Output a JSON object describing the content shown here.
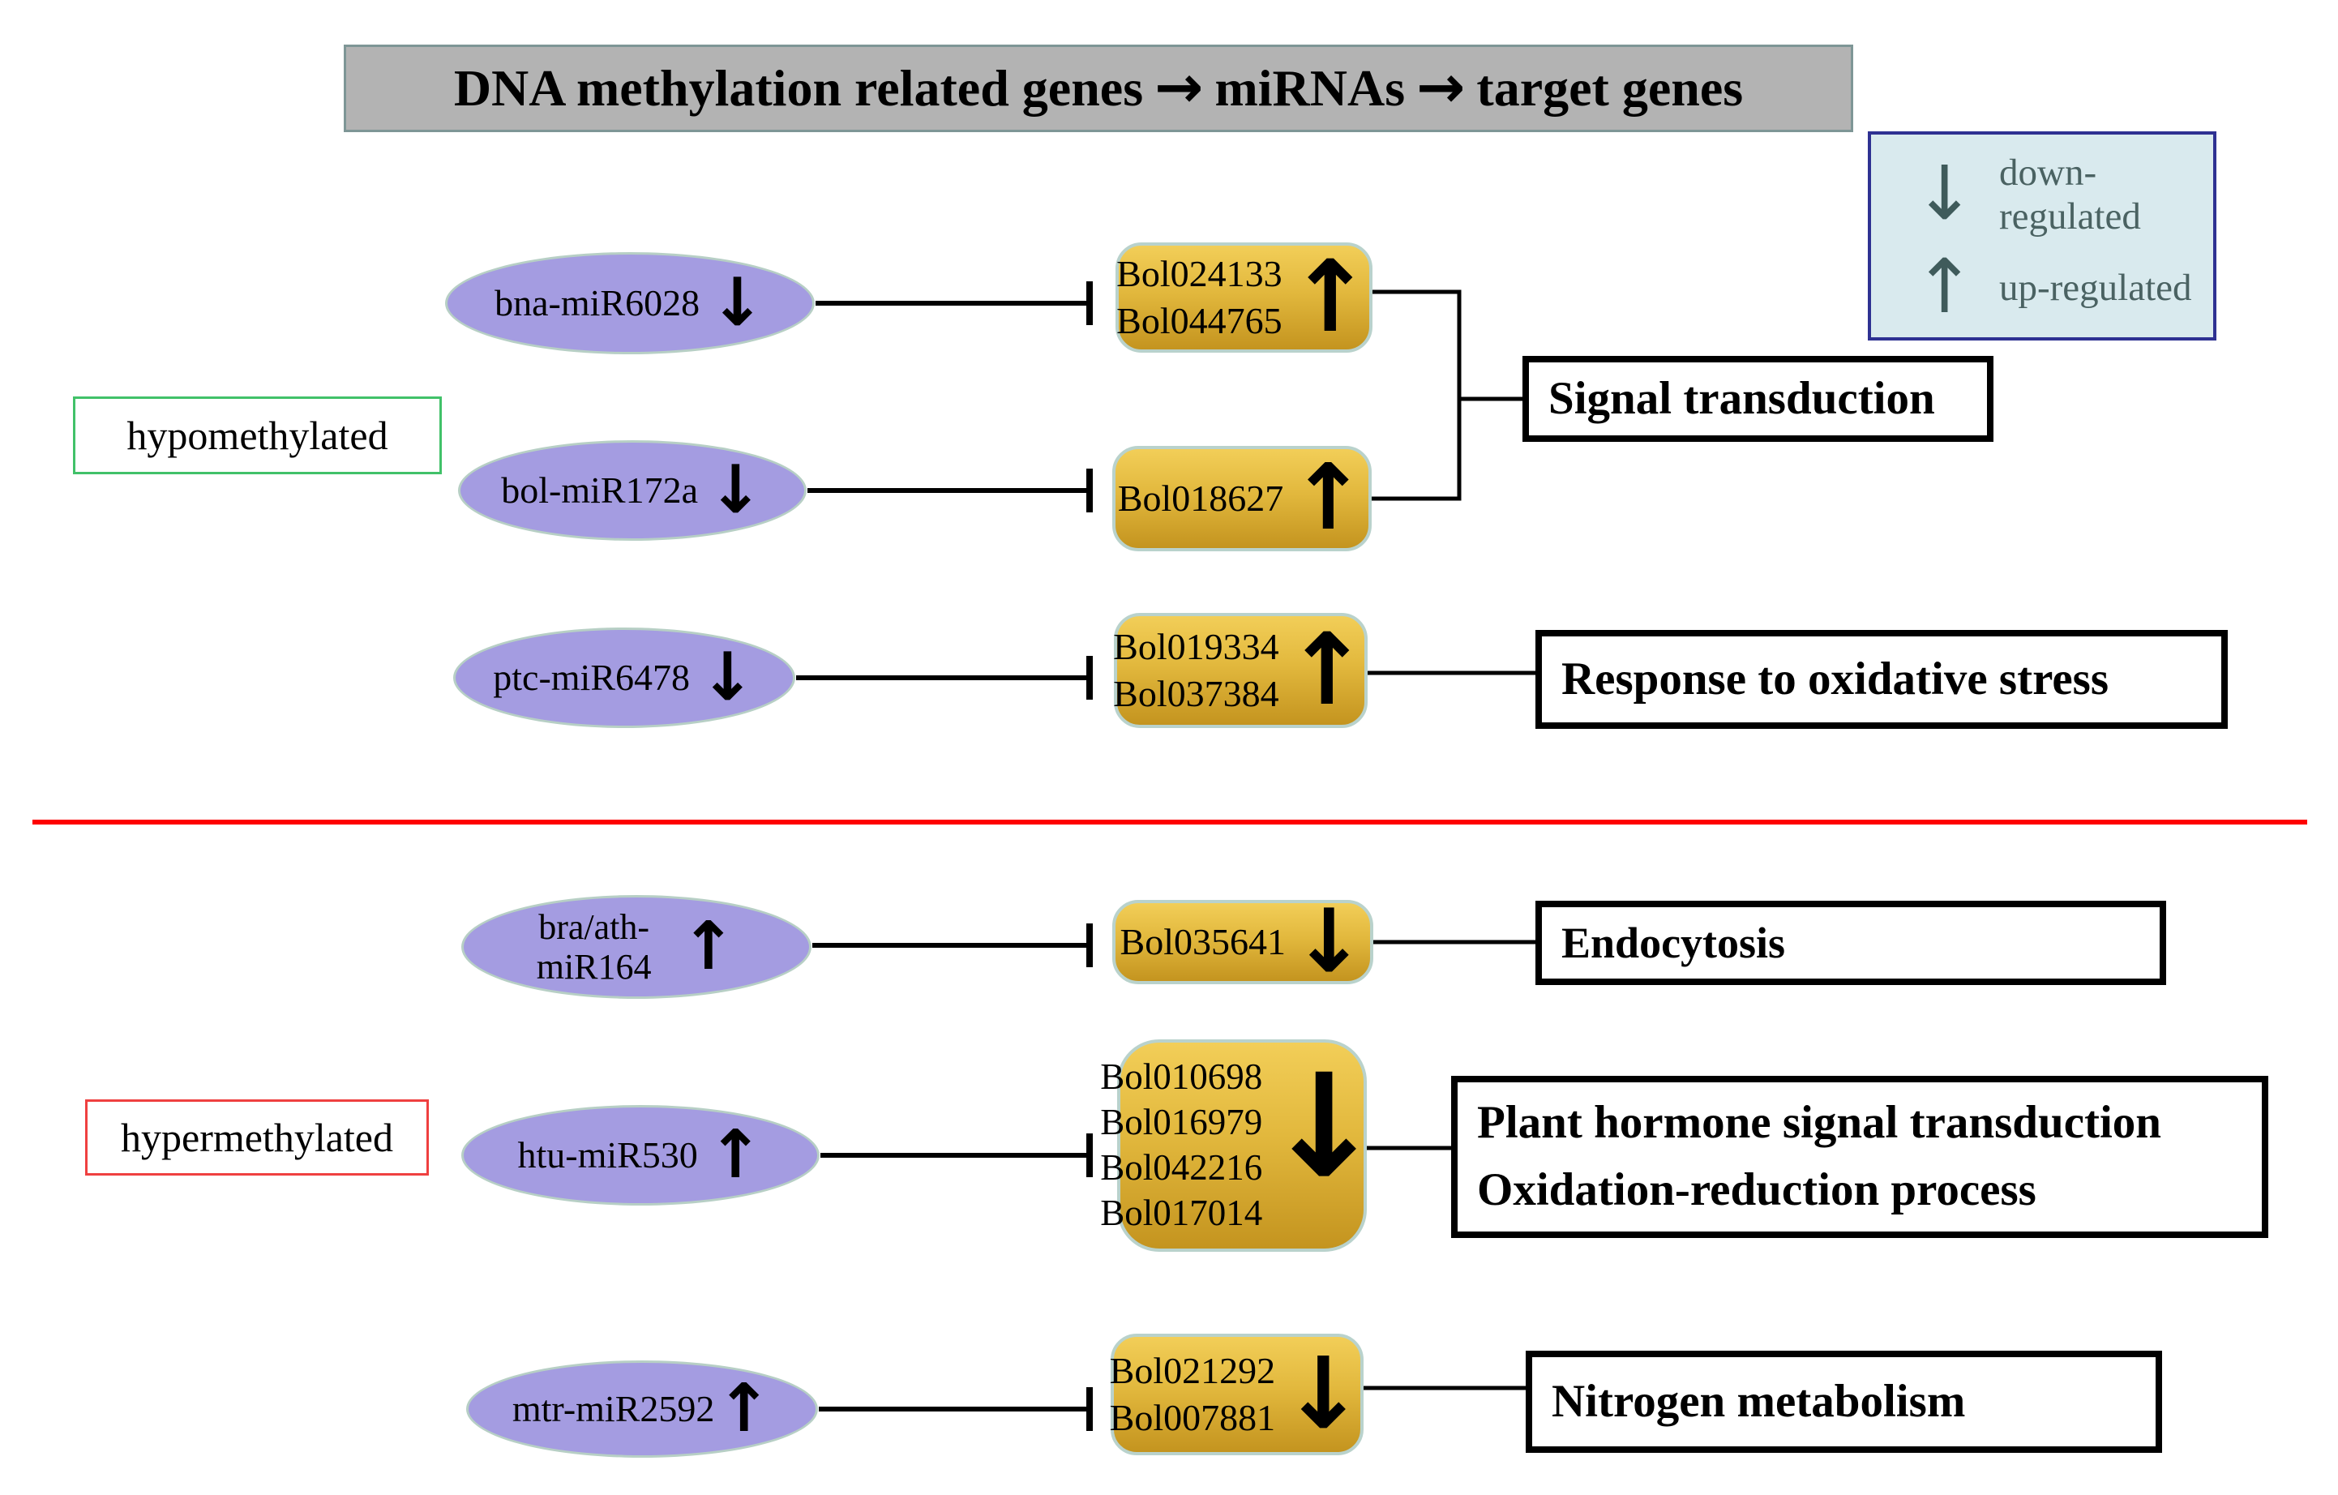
{
  "title": {
    "part1": "DNA methylation related genes",
    "part2": "miRNAs",
    "part3": "target genes",
    "arrow": "→"
  },
  "legend": {
    "items": [
      {
        "arrow": "↓",
        "label": "down-regulated"
      },
      {
        "arrow": "↑",
        "label": "up-regulated"
      }
    ]
  },
  "sections": {
    "hypomethylated": "hypomethylated",
    "hypermethylated": "hypermethylated"
  },
  "mirnas": [
    {
      "lines": [
        "bna-miR6028"
      ],
      "arrow": "↓"
    },
    {
      "lines": [
        "bol-miR172a"
      ],
      "arrow": "↓"
    },
    {
      "lines": [
        "ptc-miR6478"
      ],
      "arrow": "↓"
    },
    {
      "lines": [
        "bra/ath-",
        "miR164"
      ],
      "arrow": "↑"
    },
    {
      "lines": [
        "htu-miR530"
      ],
      "arrow": "↑"
    },
    {
      "lines": [
        "mtr-miR2592"
      ],
      "arrow": "↑"
    }
  ],
  "gene_boxes": [
    {
      "genes": [
        "Bol024133",
        "Bol044765"
      ],
      "arrow": "↑"
    },
    {
      "genes": [
        "Bol018627"
      ],
      "arrow": "↑"
    },
    {
      "genes": [
        "Bol019334",
        "Bol037384"
      ],
      "arrow": "↑"
    },
    {
      "genes": [
        "Bol035641"
      ],
      "arrow": "↓"
    },
    {
      "genes": [
        "Bol010698",
        "Bol016979",
        "Bol042216",
        "Bol017014"
      ],
      "arrow": "↓"
    },
    {
      "genes": [
        "Bol021292",
        "Bol007881"
      ],
      "arrow": "↓"
    }
  ],
  "pathways": [
    {
      "lines": [
        "Signal transduction"
      ]
    },
    {
      "lines": [
        "Response to oxidative stress"
      ]
    },
    {
      "lines": [
        "Endocytosis"
      ]
    },
    {
      "lines": [
        "Plant hormone signal transduction",
        "Oxidation-reduction process"
      ]
    },
    {
      "lines": [
        "Nitrogen metabolism"
      ]
    }
  ],
  "colors": {
    "title_bg": "#b3b3b3",
    "legend_bg": "#d9eaee",
    "legend_border": "#2e3192",
    "ellipse_fill": "#a49ce1",
    "gold_light": "#f2ce58",
    "gold_dark": "#c4941f",
    "hypo_border": "#41c169",
    "hyper_border": "#ef4040",
    "divider": "#fe0101",
    "pathway_border": "#000000"
  }
}
